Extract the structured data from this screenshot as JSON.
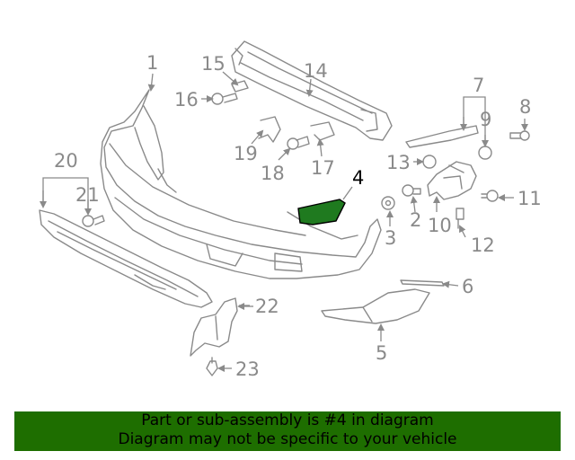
{
  "diagram": {
    "highlight_color": "#1f7a1f",
    "line_color": "#8a8a8a",
    "highlighted_part": "4",
    "callouts": [
      "1",
      "2",
      "3",
      "4",
      "5",
      "6",
      "7",
      "8",
      "9",
      "10",
      "11",
      "12",
      "13",
      "14",
      "15",
      "16",
      "17",
      "18",
      "19",
      "20",
      "21",
      "22",
      "23"
    ]
  },
  "banner": {
    "background": "#1e6e00",
    "line1": "Part or sub-assembly is #4 in diagram",
    "line2": "Diagram may not be specific to your vehicle"
  }
}
